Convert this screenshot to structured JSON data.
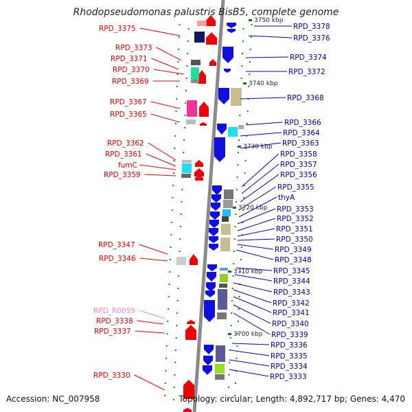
{
  "title": "Rhodopseudomonas palustris BisB5, complete genome",
  "accession": "Accession: NC_007958",
  "summary": "Topology: circular; Length: 4,892,717 bp; Genes: 4,470",
  "colors": {
    "forward": "#ee0000",
    "reverse": "#0000cc",
    "left_label": "#cc0000",
    "right_label": "#0000aa",
    "rna_label": "#ff88bb",
    "axis": "#8a8a8a",
    "tick": "#117711"
  },
  "ticks": [
    {
      "label": "3740 kbp"
    },
    {
      "label": "3730 kbp"
    },
    {
      "label": "3720 kbp"
    },
    {
      "label": "3710 kbp"
    },
    {
      "label": "3700 kbp"
    },
    {
      "label": "3750 kbp"
    }
  ],
  "left_genes": [
    {
      "label": "RPD_3375",
      "color": "#ee0000"
    },
    {
      "label": "RPD_3373",
      "color": "#ee0000"
    },
    {
      "label": "RPD_3371",
      "color": "#ee0000"
    },
    {
      "label": "RPD_3370",
      "color": "#ee0000"
    },
    {
      "label": "RPD_3369",
      "color": "#ee0000"
    },
    {
      "label": "RPD_3367",
      "color": "#ee0000"
    },
    {
      "label": "RPD_3365",
      "color": "#ee0000"
    },
    {
      "label": "RPD_3362",
      "color": "#ee0000"
    },
    {
      "label": "RPD_3361",
      "color": "#ee0000"
    },
    {
      "label": "fumC",
      "color": "#ee0000"
    },
    {
      "label": "RPD_3359",
      "color": "#ee0000"
    },
    {
      "label": "RPD_3347",
      "color": "#ee0000"
    },
    {
      "label": "RPD_3346",
      "color": "#ee0000"
    },
    {
      "label": "RPD_R0059",
      "color": "#ff88bb"
    },
    {
      "label": "RPD_3338",
      "color": "#ee0000"
    },
    {
      "label": "RPD_3337",
      "color": "#ee0000"
    },
    {
      "label": "RPD_3330",
      "color": "#ee0000"
    }
  ],
  "right_genes": [
    {
      "label": "RPD_3378"
    },
    {
      "label": "RPD_3376"
    },
    {
      "label": "RPD_3374"
    },
    {
      "label": "RPD_3372"
    },
    {
      "label": "RPD_3368"
    },
    {
      "label": "RPD_3366"
    },
    {
      "label": "RPD_3364"
    },
    {
      "label": "RPD_3363"
    },
    {
      "label": "RPD_3358"
    },
    {
      "label": "RPD_3357"
    },
    {
      "label": "RPD_3356"
    },
    {
      "label": "RPD_3355"
    },
    {
      "label": "thyA"
    },
    {
      "label": "RPD_3353"
    },
    {
      "label": "RPD_3352"
    },
    {
      "label": "RPD_3351"
    },
    {
      "label": "RPD_3350"
    },
    {
      "label": "RPD_3349"
    },
    {
      "label": "RPD_3348"
    },
    {
      "label": "RPD_3345"
    },
    {
      "label": "RPD_3344"
    },
    {
      "label": "RPD_3343"
    },
    {
      "label": "RPD_3342"
    },
    {
      "label": "RPD_3341"
    },
    {
      "label": "RPD_3340"
    },
    {
      "label": "RPD_3339"
    },
    {
      "label": "RPD_3336"
    },
    {
      "label": "RPD_3335"
    },
    {
      "label": "RPD_3334"
    },
    {
      "label": "RPD_3333"
    }
  ]
}
